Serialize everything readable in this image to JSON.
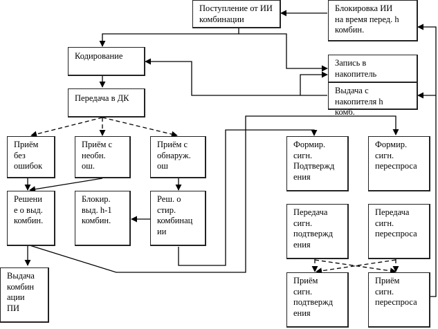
{
  "diagram": {
    "boxes": {
      "postuplenie": "Поступление от ИИ\nкомбинации",
      "blokirovka_ii": "Блокировка ИИ\nна время перед. h\nкомбин.",
      "kodirovanie": "Кодирование",
      "zapis": "Запись в\nнакопитель",
      "vydacha_nakop": "Выдача с\nнакопителя h\nкомб.",
      "peredacha_dk": "Передача в ДК",
      "priem_bez": "Приём\nбез\nошибок",
      "priem_neobn": "Приём с\nнеобн.\nош.",
      "priem_obnar": "Приём с\nобнаруж.\nош",
      "formir_podtv": "Формир.\nсигн.\nПодтвержд\nения",
      "formir_peresp": "Формир.\nсигн.\nпереспроса",
      "reshenie": "Решени\nе о выд.\nкомбин.",
      "blokir_vyd": "Блокир.\nвыд. h-1\nкомбин.",
      "resh_stir": "Реш. о\nстир.\nкомбинац\nии",
      "peredacha_podtv": "Передача\nсигн.\nподтвержд\nения",
      "peredacha_peresp": "Передача\nсигн.\nпереспроса",
      "vydacha_pi": "Выдача\nкомбин\nации\nПИ",
      "priem_podtv": "Приём\nсигн.\nподтвержд\nения",
      "priem_peresp": "Приём\nсигн.\nпереспроса"
    }
  }
}
